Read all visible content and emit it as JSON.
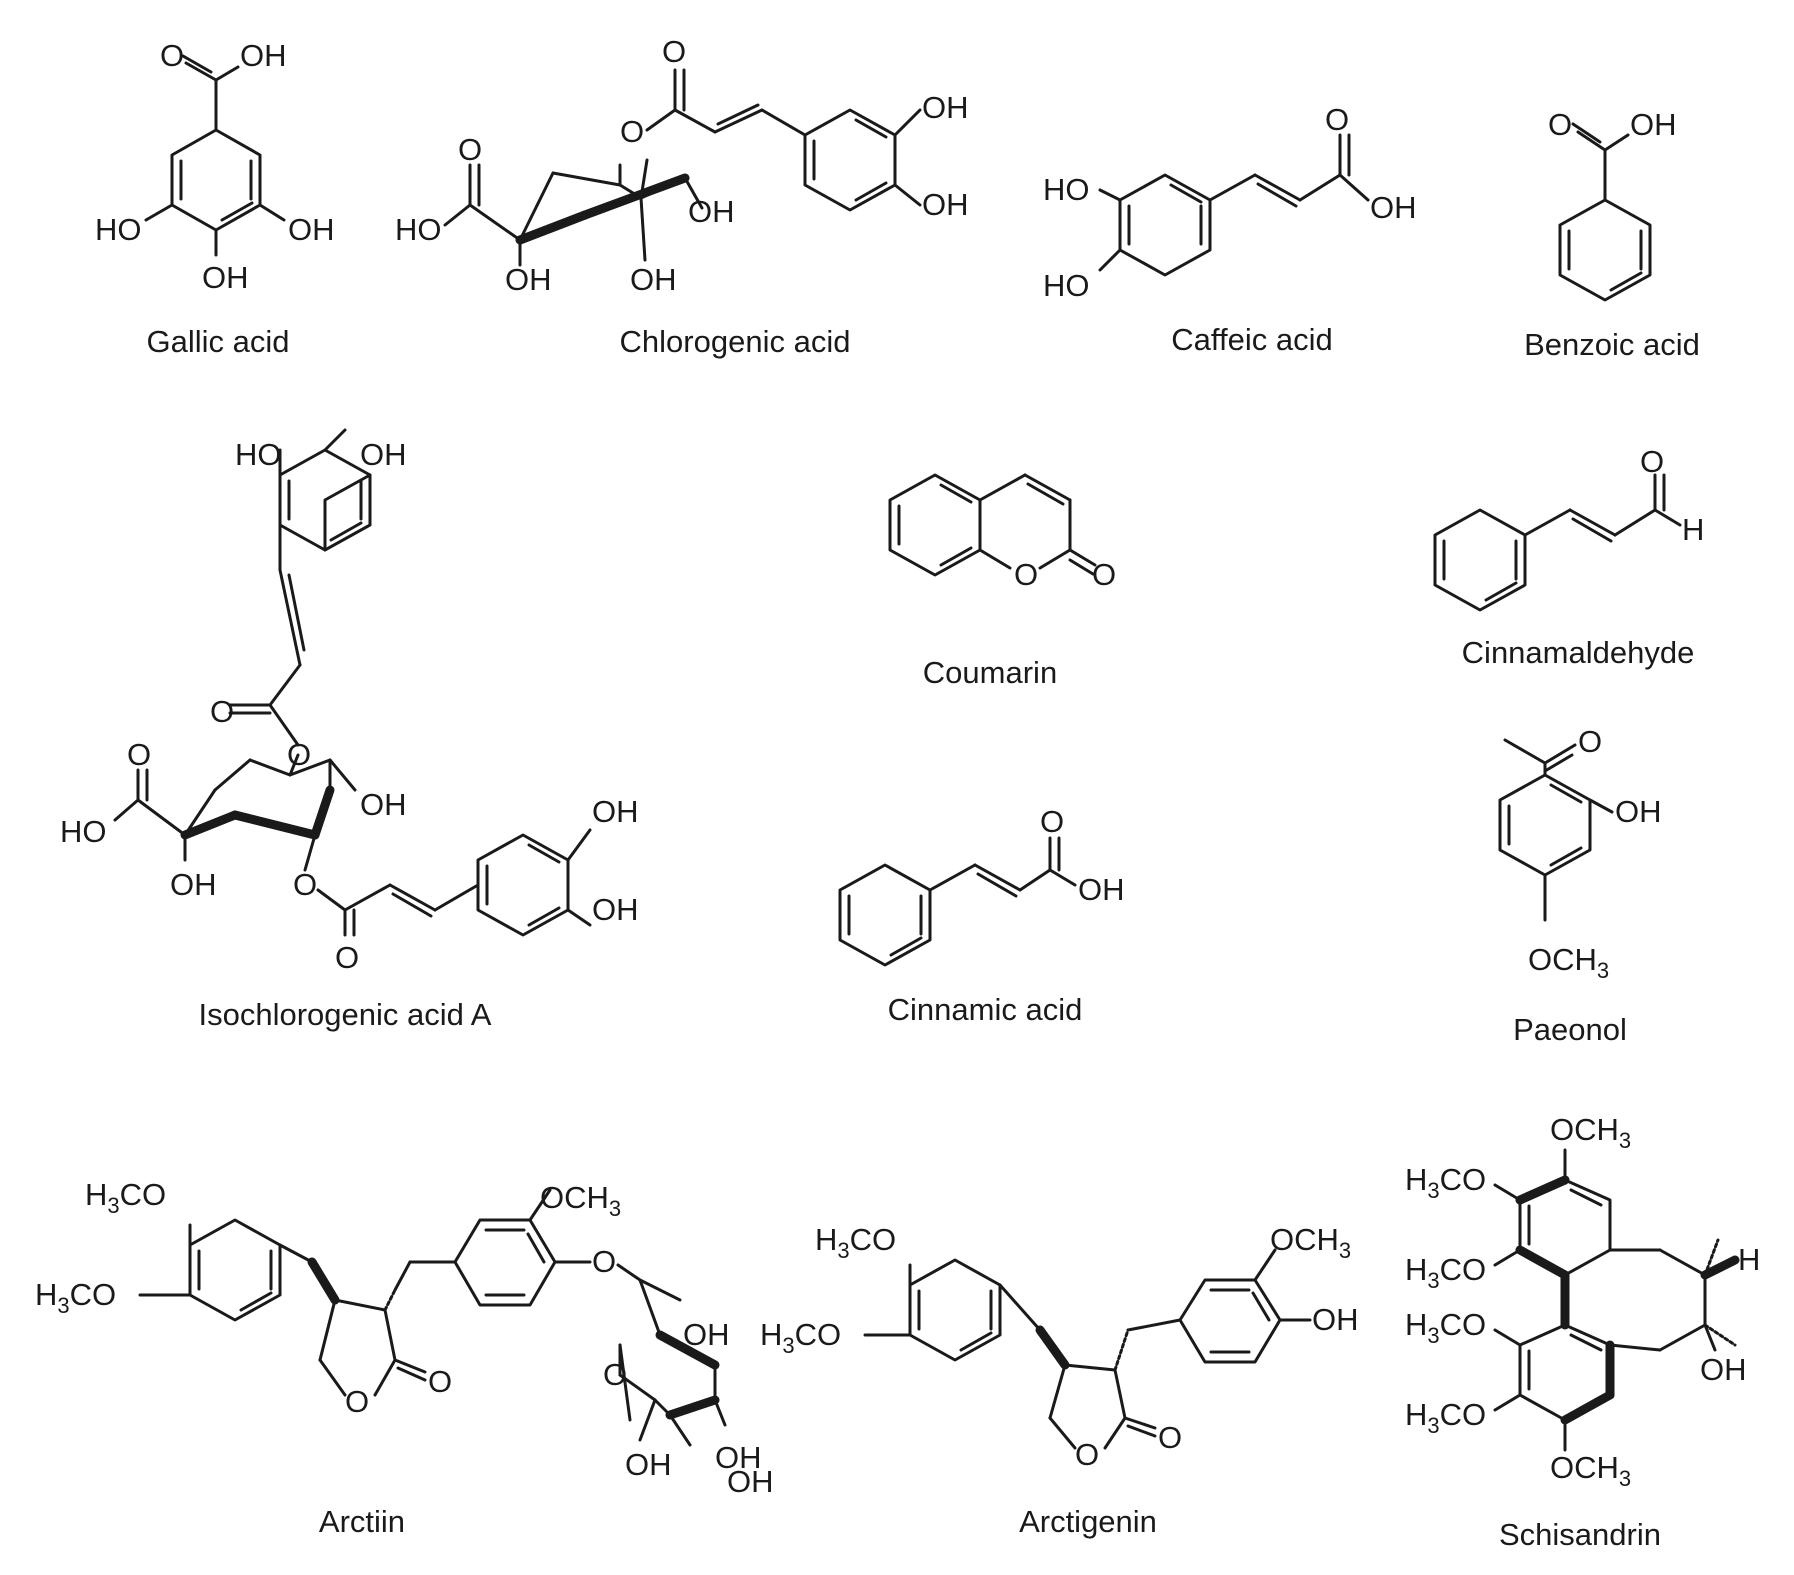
{
  "compounds": [
    {
      "name": "Gallic acid"
    },
    {
      "name": "Chlorogenic acid"
    },
    {
      "name": "Caffeic acid"
    },
    {
      "name": "Benzoic acid"
    },
    {
      "name": "Isochlorogenic acid A"
    },
    {
      "name": "Coumarin"
    },
    {
      "name": "Cinnamaldehyde"
    },
    {
      "name": "Cinnamic acid"
    },
    {
      "name": "Paeonol"
    },
    {
      "name": "Arctiin"
    },
    {
      "name": "Arctigenin"
    },
    {
      "name": "Schisandrin"
    }
  ],
  "atoms": {
    "oh": "OH",
    "ho": "HO",
    "o": "O",
    "h": "H",
    "h3co_h3": "H",
    "h3co_3": "3",
    "h3co_co": "CO",
    "och3_oc": "OCH",
    "och3_3": "3"
  }
}
